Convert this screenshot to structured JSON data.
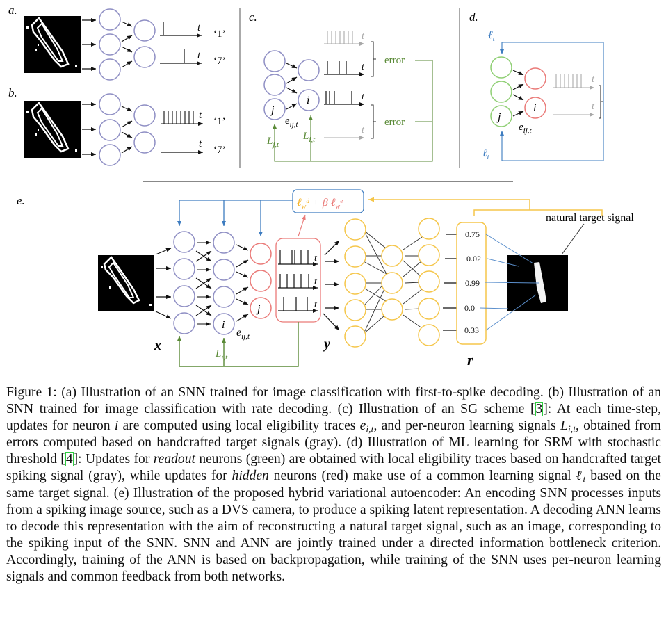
{
  "figure": {
    "panels": {
      "a": {
        "label": "a.",
        "outputs": [
          {
            "axis": "t",
            "class_label": "‘1’"
          },
          {
            "axis": "t",
            "class_label": "‘7’"
          }
        ],
        "decoding": "first-to-spike"
      },
      "b": {
        "label": "b.",
        "outputs": [
          {
            "axis": "t",
            "class_label": "‘1’"
          },
          {
            "axis": "t",
            "class_label": "‘7’"
          }
        ],
        "decoding": "rate"
      },
      "c": {
        "label": "c.",
        "axis": "t",
        "error_labels": [
          "error",
          "error"
        ],
        "neuron_j": "j",
        "neuron_i": "i",
        "trace_label": "e",
        "trace_sub": "ij,t",
        "signal_j": "L",
        "signal_j_sub": "j,t",
        "signal_i": "L",
        "signal_i_sub": "i,t"
      },
      "d": {
        "label": "d.",
        "axis": "t",
        "signal_top": "ℓ",
        "signal_top_sub": "t",
        "signal_bottom": "ℓ",
        "signal_bottom_sub": "t",
        "neuron_j": "j",
        "neuron_i": "i",
        "trace_label": "e",
        "trace_sub": "ij,t"
      },
      "e": {
        "label": "e.",
        "loss_part1": "ℓ",
        "loss_part1_sub": "w",
        "loss_part1_sup": "d",
        "loss_plus": "+",
        "loss_beta": "β",
        "loss_part2": "ℓ",
        "loss_part2_sub": "w",
        "loss_part2_sup": "e",
        "axis": "t",
        "neuron_i": "i",
        "neuron_j": "j",
        "trace_label": "e",
        "trace_sub": "ij,t",
        "signal_label": "L",
        "signal_sub": "i,t",
        "input_label": "x",
        "latent_label": "y",
        "output_label": "r",
        "output_values": [
          "0.75",
          "0.02",
          "0.99",
          "0.0",
          "0.33"
        ],
        "target_label": "natural target signal"
      }
    },
    "colors": {
      "snn_neuron": "#8f8fc4",
      "hidden_red": "#ea7a78",
      "readout_green": "#8fcf74",
      "ann_yellow": "#f5c64a",
      "feedback_blue": "#3d7cc0",
      "learning_green": "#5a8a37",
      "target_gray": "#a8a8a8"
    }
  },
  "caption": {
    "figure_label": "Figure 1:",
    "text_1": " (a) Illustration of an SNN trained for image classification with first-to-spike decoding. (b) Illustration of an SNN trained for image classification with rate decoding. (c) Illustration of an SG scheme [",
    "ref_1": "3",
    "text_2": "]: At each time-step, updates for neuron ",
    "math_i": "i",
    "text_3": " are computed using local eligibility traces ",
    "math_e": "e",
    "math_e_sub": "i,t",
    "text_4": ", and per-neuron learning signals ",
    "math_L": "L",
    "math_L_sub": "i,t",
    "text_5": ", obtained from errors computed based on handcrafted target signals (gray). (d) Illustration of ML learning for SRM with stochastic threshold [",
    "ref_2": "4",
    "text_6": "]: Updates for ",
    "em_readout": "readout",
    "text_7": " neurons (green) are obtained with local eligibility traces based on handcrafted target spiking signal (gray), while updates for ",
    "em_hidden": "hidden",
    "text_8": " neurons (red) make use of a common learning signal ",
    "math_l": "ℓ",
    "math_l_sub": "t",
    "text_9": " based on the same target signal. (e) Illustration of the proposed hybrid variational autoencoder: An encoding SNN processes inputs from a spiking image source, such as a DVS camera, to produce a spiking latent representation. A decoding ANN learns to decode this representation with the aim of reconstructing a natural target signal, such as an image, corresponding to the spiking input of the SNN. SNN and ANN are jointly trained under a directed information bottleneck criterion. Accordingly, training of the ANN is based on backpropagation, while training of the SNN uses per-neuron learning signals and common feedback from both networks."
  }
}
